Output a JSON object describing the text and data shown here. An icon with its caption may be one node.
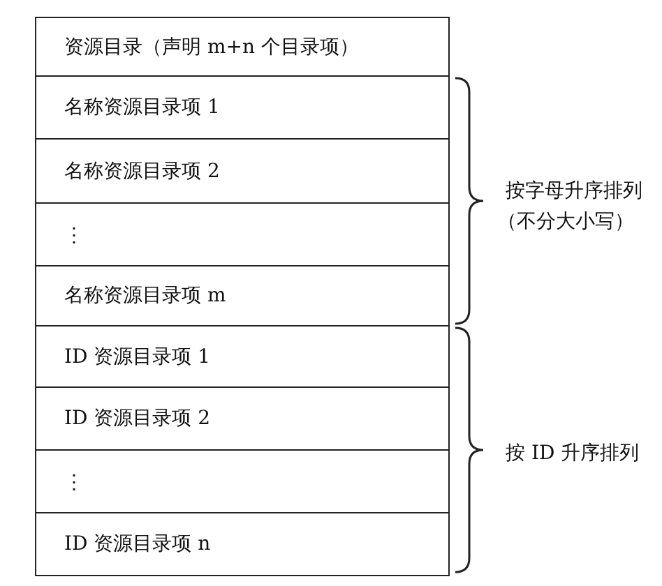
{
  "diagram": {
    "nodes": [
      {
        "text": [
          "资源目录（声明 m+n 个目录项）"
        ]
      },
      {
        "text": [
          "名称资源目录项 1"
        ]
      },
      {
        "text": [
          "名称资源目录项 2"
        ]
      },
      {
        "text": [
          "⋮"
        ]
      },
      {
        "text": [
          "名称资源目录项 m"
        ]
      },
      {
        "text": [
          "ID 资源目录项 1"
        ]
      },
      {
        "text": [
          "ID 资源目录项 2"
        ]
      },
      {
        "text": [
          "⋮"
        ]
      },
      {
        "text": [
          "ID 资源目录项 n"
        ]
      }
    ],
    "labels": [
      "按字母升序排列",
      "（不分大小写）",
      "按 ID 升序排列"
    ]
  }
}
